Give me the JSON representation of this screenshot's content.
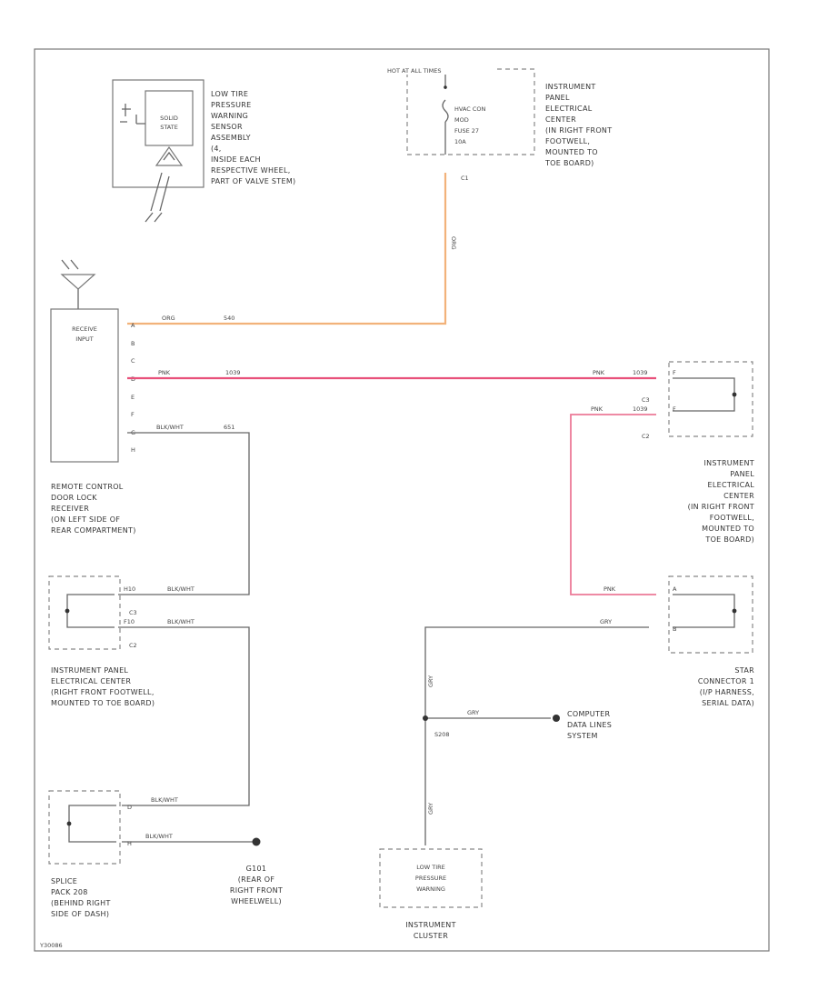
{
  "diagram": {
    "footer_code": "Y30086",
    "sensor": {
      "inner": [
        "SOLID",
        "STATE"
      ],
      "label": [
        "LOW TIRE",
        "PRESSURE",
        "WARNING",
        "SENSOR",
        "ASSEMBLY",
        "(4,",
        "INSIDE EACH",
        "RESPECTIVE WHEEL,",
        "PART OF VALVE STEM)"
      ]
    },
    "fuse": {
      "header": "HOT AT ALL TIMES",
      "inner": [
        "HVAC CON",
        "MOD",
        "FUSE 27",
        "10A"
      ],
      "label": [
        "INSTRUMENT",
        "PANEL",
        "ELECTRICAL",
        "CENTER",
        "(IN RIGHT FRONT",
        "FOOTWELL,",
        "MOUNTED TO",
        "TOE BOARD)"
      ],
      "pin": "C1"
    },
    "receiver": {
      "inner": [
        "RECEIVE",
        "INPUT"
      ],
      "label": [
        "REMOTE CONTROL",
        "DOOR LOCK",
        "RECEIVER",
        "(ON LEFT SIDE OF",
        "REAR COMPARTMENT)"
      ],
      "pins": [
        "A",
        "B",
        "C",
        "D",
        "E",
        "F",
        "G",
        "H"
      ]
    },
    "ipec_right": {
      "label": [
        "INSTRUMENT",
        "PANEL",
        "ELECTRICAL",
        "CENTER",
        "(IN RIGHT FRONT",
        "FOOTWELL,",
        "MOUNTED TO",
        "TOE BOARD)"
      ],
      "conn1": "C3",
      "conn2": "C2",
      "pin1": "F",
      "pin2": "F"
    },
    "ipec_left": {
      "label": [
        "INSTRUMENT PANEL",
        "ELECTRICAL CENTER",
        "(RIGHT FRONT FOOTWELL,",
        "MOUNTED TO TOE BOARD)"
      ],
      "conn1": "C3",
      "conn2": "C2",
      "pin1": "H10",
      "pin2": "F10"
    },
    "star": {
      "label": [
        "STAR",
        "CONNECTOR 1",
        "(I/P HARNESS,",
        "SERIAL DATA)"
      ],
      "pin1": "A",
      "pin2": "B"
    },
    "splice": {
      "label": [
        "SPLICE",
        "PACK 208",
        "(BEHIND RIGHT",
        "SIDE OF DASH)"
      ],
      "pin1": "D",
      "pin2": "H"
    },
    "ground": {
      "label": [
        "G101",
        "(REAR OF",
        "RIGHT FRONT",
        "WHEELWELL)"
      ]
    },
    "cluster": {
      "inner": [
        "LOW TIRE",
        "PRESSURE",
        "WARNING"
      ],
      "label": [
        "INSTRUMENT",
        "CLUSTER"
      ]
    },
    "computer": {
      "label": [
        "COMPUTER",
        "DATA LINES",
        "SYSTEM"
      ]
    },
    "splice_point": "S208",
    "wires": {
      "orange": "ORG",
      "orange_circ": "540",
      "pink": "PNK",
      "pink_circ": "1039",
      "black": "BLK/WHT",
      "black_circ": "651",
      "gray": "GRY"
    }
  }
}
